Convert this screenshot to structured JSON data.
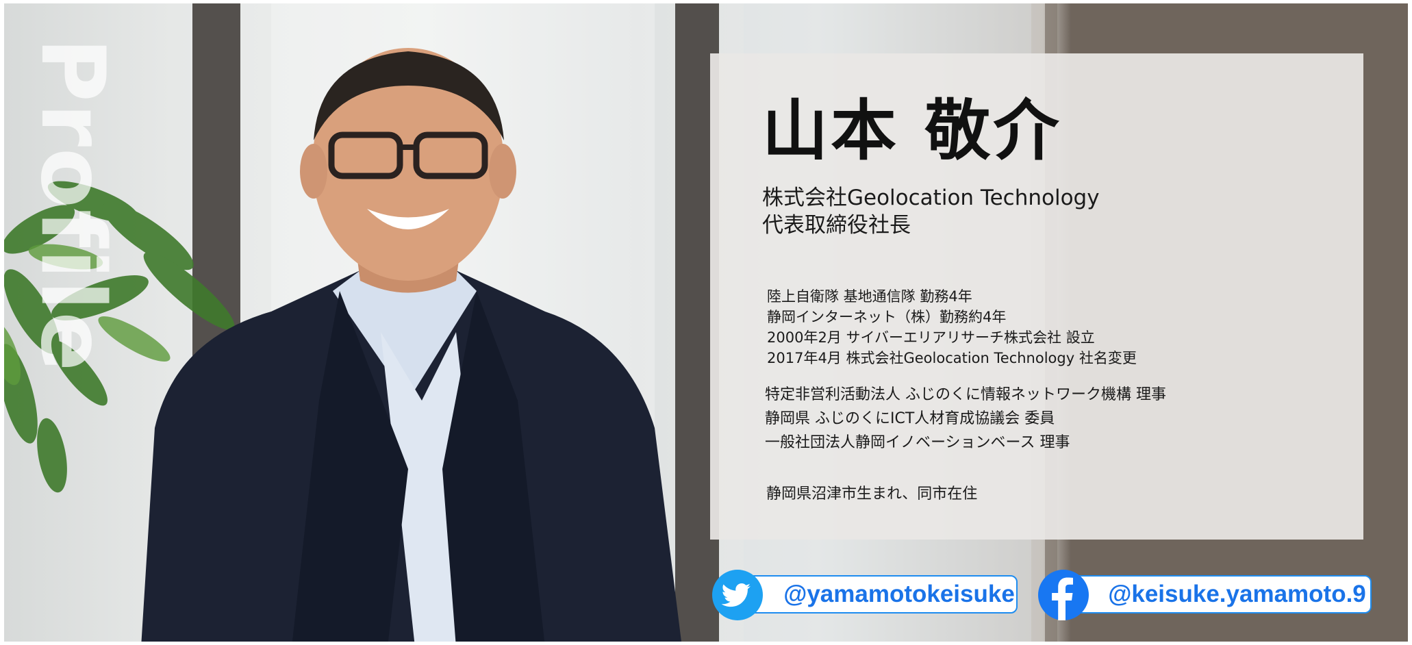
{
  "profile": {
    "side_title": "Profile",
    "name": "山本 敬介",
    "company": "株式会社Geolocation Technology",
    "role": "代表取締役社長",
    "career": [
      "陸上自衛隊 基地通信隊 勤務4年",
      "静岡インターネット（株）勤務約4年",
      "2000年2月 サイバーエリアリサーチ株式会社 設立",
      "2017年4月 株式会社Geolocation Technology 社名変更"
    ],
    "positions": [
      "特定非営利活動法人 ふじのくに情報ネットワーク機構 理事",
      "静岡県 ふじのくにICT人材育成協議会 委員",
      "一般社団法人静岡イノベーションベース 理事"
    ],
    "birthplace": "静岡県沼津市生まれ、同市在住"
  },
  "social": {
    "twitter": {
      "handle": "@yamamotokeisuke",
      "icon": "twitter-bird-icon"
    },
    "facebook": {
      "handle": "@keisuke.yamamoto.9",
      "icon": "facebook-f-icon"
    }
  },
  "colors": {
    "accent": "#1d8cf0",
    "twitter_blue": "#1da1f2",
    "facebook_blue": "#1877f2",
    "panel": "#e9e7e5",
    "right_wall": "#6f655c"
  }
}
